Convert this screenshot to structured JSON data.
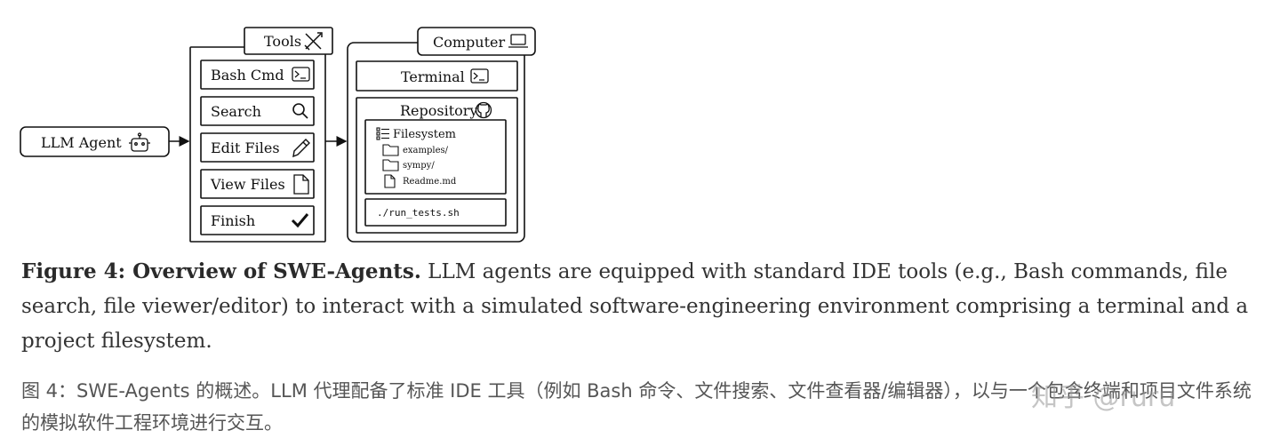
{
  "diagram": {
    "agent_label": "LLM Agent",
    "tools_title": "Tools",
    "tools": [
      "Bash Cmd",
      "Search",
      "Edit Files",
      "View Files",
      "Finish"
    ],
    "computer_title": "Computer",
    "terminal_label": "Terminal",
    "repository_label": "Repository",
    "filesystem_label": "Filesystem",
    "files": [
      "examples/",
      "sympy/",
      "Readme.md"
    ],
    "command": "./run_tests.sh"
  },
  "caption": {
    "en_label": "Figure 4: Overview of SWE-Agents.",
    "en_text": " LLM agents are equipped with standard IDE tools (e.g., Bash commands, file search, file viewer/editor) to interact with a simulated software-engineering environment comprising a terminal and a project filesystem.",
    "zh_text": "图 4：SWE-Agents 的概述。LLM 代理配备了标准 IDE 工具（例如 Bash 命令、文件搜索、文件查看器/编辑器），以与一个包含终端和项目文件系统的模拟软件工程环境进行交互。"
  },
  "watermark": "知乎 @ruru"
}
